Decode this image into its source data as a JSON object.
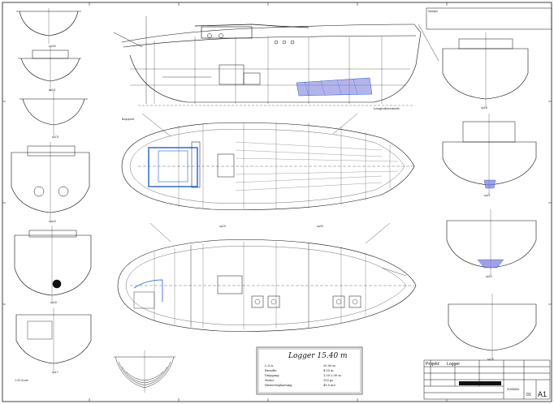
{
  "title_block": {
    "heading": "Logger 15.40 m",
    "specs": [
      {
        "label": "L.O.A.",
        "value": "20.00 m"
      },
      {
        "label": "Breadte",
        "value": "4.55 m"
      },
      {
        "label": "Diepgang",
        "value": "1.50-2.00 m"
      },
      {
        "label": "Motor",
        "value": "150 ps"
      },
      {
        "label": "Waterverplaatsing",
        "value": "49.0 m3"
      }
    ],
    "project_label": "Projekt:",
    "project_name": "Logger",
    "sheet_number": "01",
    "sheet_format": "A1",
    "drawing_number": "015184hh"
  },
  "annotations": {
    "longitudinal": "Lengtedoorsnede",
    "bottom_left_note": "1:25 Scale",
    "side_top": "Spiegel",
    "hatch_note": "Bugspriet"
  },
  "section_labels": [
    "sp3/0",
    "sp2/1",
    "sp7/1",
    "sp4/3",
    "sp16",
    "sp17",
    "sp18",
    "sp21",
    "sp25",
    "sp28",
    "sp29",
    "sp30"
  ],
  "colors": {
    "line": "#111111",
    "highlight_blue": "#1f5fd6",
    "fill_purple": "#7777dd",
    "paper": "#ffffff"
  }
}
